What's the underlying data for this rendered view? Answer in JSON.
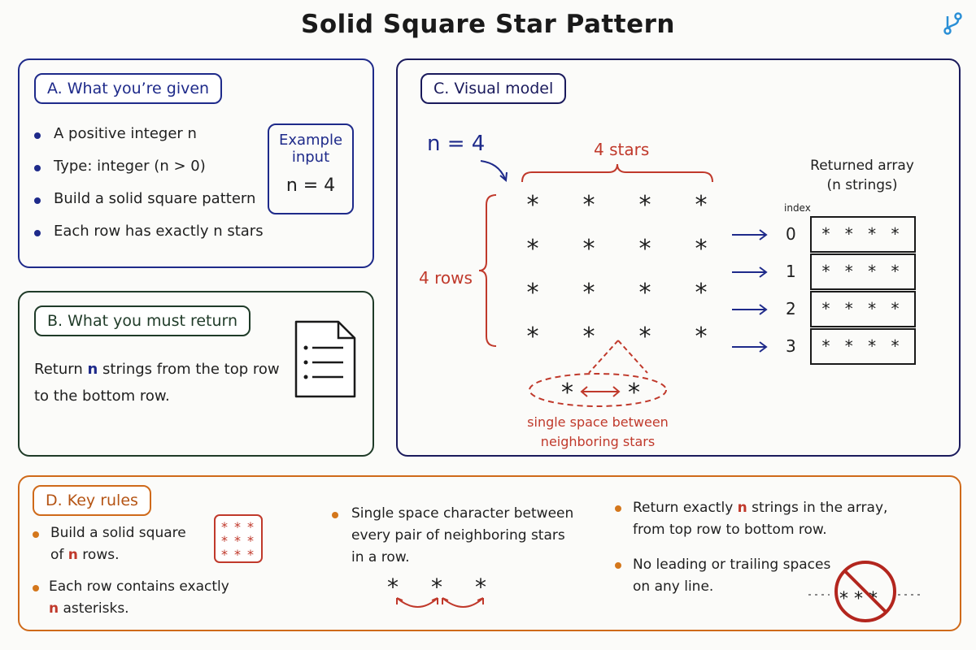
{
  "title": "Solid Square Star Pattern",
  "colors": {
    "panel_a": "#1e2a8a",
    "panel_b": "#1f3b28",
    "panel_c": "#1a1a5c",
    "panel_d": "#cf6a1a",
    "accent_red": "#c0392b"
  },
  "panel_a": {
    "tag": "A. What you’re given",
    "bullets": [
      "A positive integer n",
      "Type: integer (n > 0)",
      "Build a solid square pattern",
      "Each row has exactly n stars"
    ],
    "example_label_1": "Example",
    "example_label_2": "input",
    "example_value": "n = 4"
  },
  "panel_b": {
    "tag": "B. What you must return",
    "text_1_pre": "Return ",
    "text_1_n": "n",
    "text_1_post": " strings from the top row",
    "text_2": "to the bottom row.",
    "icon": "document-icon"
  },
  "panel_c": {
    "tag": "C. Visual model",
    "n_label": "n = 4",
    "cols_label": "4 stars",
    "rows_label": "4 rows",
    "star": "*",
    "grid_rows": 4,
    "grid_cols": 4,
    "spacing_note_1": "single space between",
    "spacing_note_2": "neighboring stars",
    "array_title_1": "Returned array",
    "array_title_2": "(n strings)",
    "index_label": "index",
    "indices": [
      "0",
      "1",
      "2",
      "3"
    ],
    "rows": [
      "* * * *",
      "* * * *",
      "* * * *",
      "* * * *"
    ]
  },
  "panel_d": {
    "tag": "D. Key rules",
    "rule1_line1": "Build a solid square",
    "rule1_line2_pre": "of ",
    "rule1_line2_n": "n",
    "rule1_line2_post": " rows.",
    "rule2_line1": "Each row contains exactly",
    "rule2_line2_n": "n",
    "rule2_line2_post": " asterisks.",
    "rule3_line1": "Single space character between",
    "rule3_line2": "every pair of neighboring stars",
    "rule3_line3": "in a row.",
    "rule4_line1_pre": "Return exactly ",
    "rule4_line1_n": "n",
    "rule4_line1_post": " strings in the array,",
    "rule4_line2": "from top row to bottom row.",
    "rule5_line1": "No leading or trailing spaces",
    "rule5_line2": "on any line.",
    "example_stars": [
      "*",
      "*",
      "*"
    ],
    "bad_example": "* * *"
  }
}
